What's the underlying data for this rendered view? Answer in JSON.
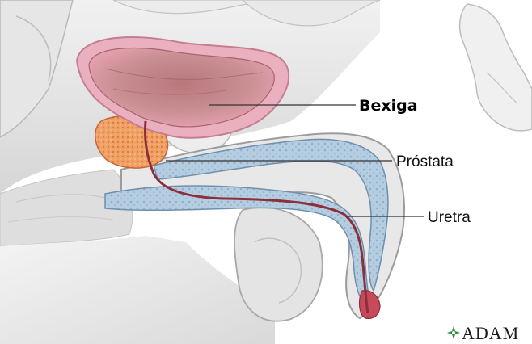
{
  "labels": {
    "bladder": "Bexiga",
    "prostate": "Próstata",
    "urethra": "Uretra"
  },
  "logo": {
    "text": "ADAM",
    "icon": "adam-star-icon"
  },
  "colors": {
    "bladder_outer": "#e9a0b2",
    "bladder_inner": "#c78a8e",
    "prostate": "#ef9a5f",
    "spongy_tissue": "#a9c4da",
    "tissue_gray": "#e3e3e3",
    "urethra_line": "#8d2f3a",
    "logo_green": "#2f8f3a"
  }
}
